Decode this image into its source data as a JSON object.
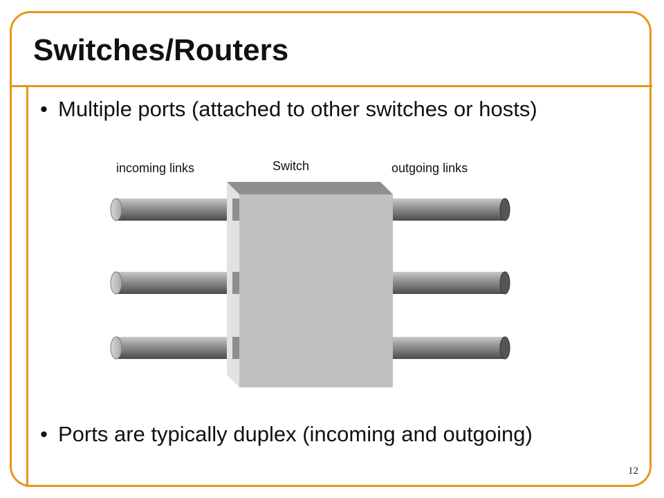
{
  "slide": {
    "title": "Switches/Routers",
    "bullets": [
      "Multiple ports (attached to other switches or hosts)",
      "Ports are typically duplex (incoming and outgoing)"
    ],
    "bullet_glyph": "•",
    "page_number": "12"
  },
  "diagram": {
    "switch_label": "Switch",
    "incoming_label": "incoming links",
    "outgoing_label": "outgoing links",
    "incoming_link_count": 3,
    "outgoing_link_count": 3
  },
  "colors": {
    "accent": "#e8951c",
    "switch_face": "#c0c0c0",
    "switch_top": "#8e8e8e",
    "switch_side": "#e2e2e2"
  }
}
